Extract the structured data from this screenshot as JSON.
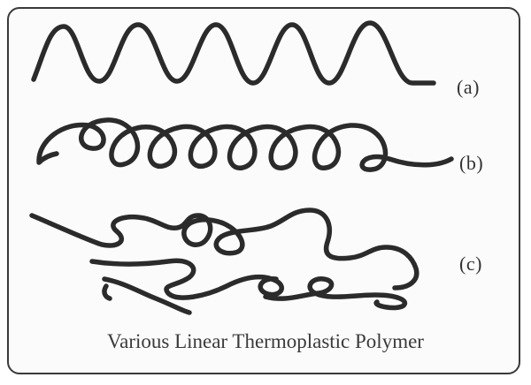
{
  "diagram": {
    "chains": [
      {
        "label": "(a)",
        "form": "regular-wave"
      },
      {
        "label": "(b)",
        "form": "coiled-loops"
      },
      {
        "label": "(c)",
        "form": "random-tangled"
      }
    ],
    "caption": "Various Linear Thermoplastic Polymer"
  },
  "colors": {
    "stroke": "#2b2b2b",
    "text": "#333333",
    "border": "#3a3a3a",
    "background": "#fbfbfb"
  }
}
